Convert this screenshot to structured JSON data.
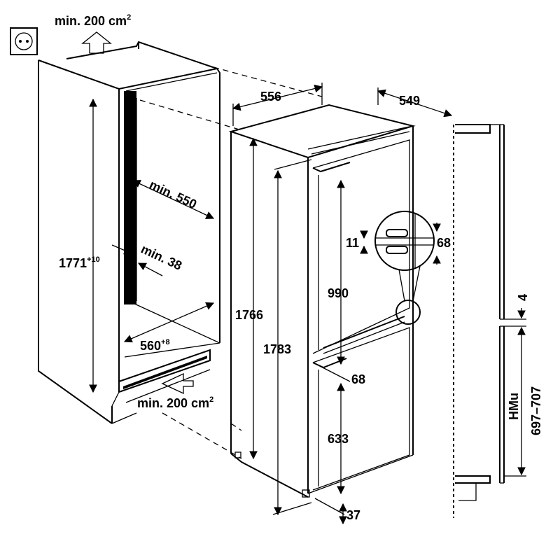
{
  "labels": {
    "vent_top": "min. 200 cm",
    "vent_top_sup": "2",
    "vent_bottom": "min. 200 cm",
    "vent_bottom_sup": "2",
    "niche_height": "1771",
    "niche_height_tol": "+10",
    "niche_depth": "min. 550",
    "vent_gap": "min. 38",
    "niche_width": "560",
    "niche_width_tol": "+8",
    "appliance_width": "556",
    "appliance_depth": "549",
    "appliance_height_body": "1766",
    "appliance_height_total": "1783",
    "hinge_gap_small": "11",
    "hinge_gap_large": "68",
    "upper_door_height": "990",
    "door_gap": "68",
    "lower_door_height": "633",
    "bottom_gap": "37",
    "side_gap": "4",
    "hmu_label": "HMu",
    "hmu_range": "697–707"
  },
  "icons": {
    "socket": "power-socket-icon",
    "vent_up": "airflow-up-arrow-icon",
    "vent_in": "airflow-in-arrow-icon"
  }
}
